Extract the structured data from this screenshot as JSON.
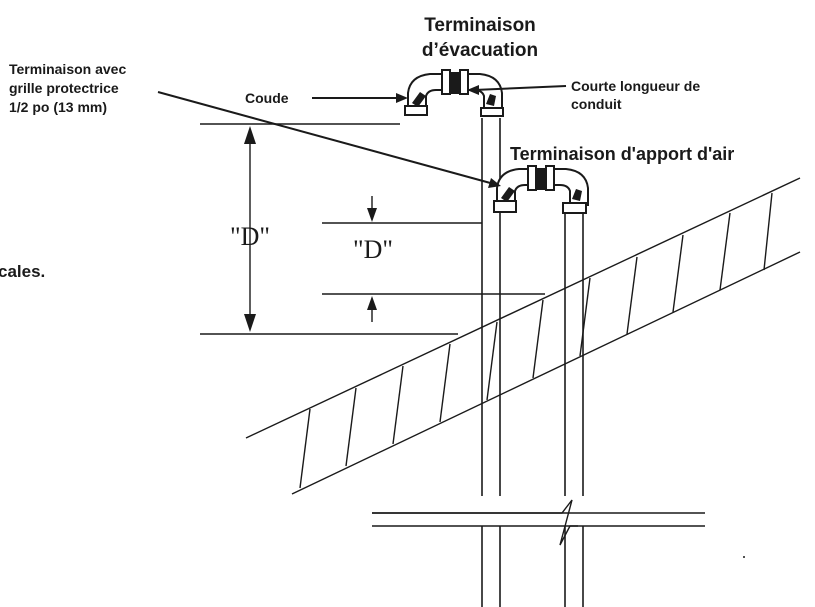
{
  "labels": {
    "exhaust_title_line1": "Terminaison",
    "exhaust_title_line2": "d’évacuation",
    "screen_line1": "Terminaison avec",
    "screen_line2": "grille protectrice",
    "screen_line3": "1/2 po (13 mm)",
    "elbow": "Coude",
    "short_pipe_line1": "Courte longueur de",
    "short_pipe_line2": "conduit",
    "air_intake": "Terminaison d'apport d'air",
    "partial_text": "cales.",
    "dimension_outer": "\"D\"",
    "dimension_inner": "\"D\""
  },
  "colors": {
    "ink": "#1a1a1a",
    "background": "#ffffff"
  }
}
